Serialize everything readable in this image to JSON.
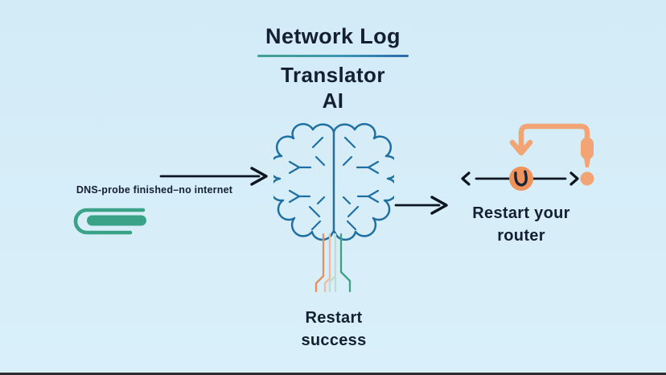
{
  "diagram": {
    "title": {
      "line1": "Network Log",
      "line2": "Translator",
      "line3": "AI"
    },
    "input": {
      "log_text": "DNS-probe finished–no internet"
    },
    "ai_result": {
      "line1": "Restart",
      "line2": "success"
    },
    "output": {
      "line1": "Restart your",
      "line2": "router"
    }
  },
  "icons": {
    "paperclip": "paperclip-icon",
    "brain": "brain-circuit-icon",
    "arrow_right_1": "arrow-right-icon",
    "arrow_right_2": "arrow-right-icon",
    "restart_loop": "restart-loop-icon",
    "power_toggle": "power-toggle-icon"
  },
  "colors": {
    "background": "#d6edf8",
    "text": "#142032",
    "teal": "#3aa287",
    "brain_blue": "#1f6fa3",
    "orange": "#f2a474",
    "orange_circle": "#f0935a",
    "wire_orange": "#e58e62",
    "wire_peach": "#f2b9a1",
    "wire_pale": "#bfdcd2",
    "wire_green": "#3fa084",
    "underline_start": "#43a08c",
    "underline_end": "#2a68ab",
    "arrow_dark": "#0d1520"
  }
}
